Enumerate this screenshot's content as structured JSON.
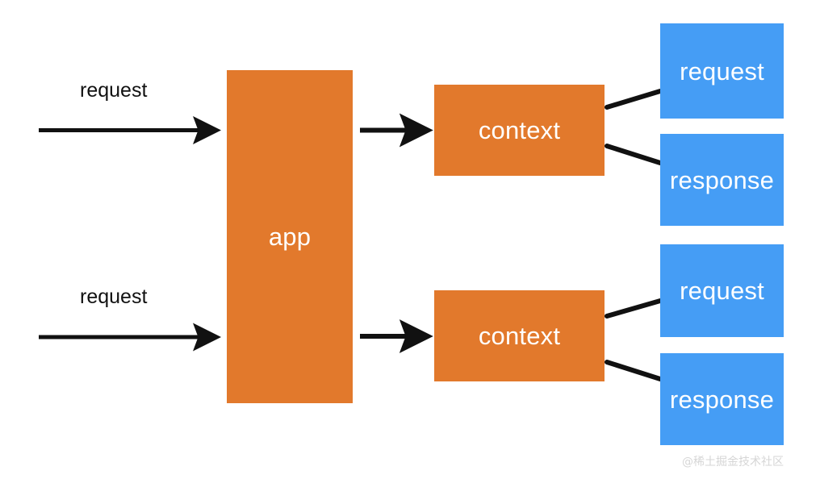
{
  "diagram": {
    "title": "app request/context/response flow",
    "background": "#ffffff",
    "colors": {
      "orange": "#E2792C",
      "blue": "#459DF5",
      "arrow": "#111111",
      "box_text": "#ffffff",
      "label_text": "#111111",
      "watermark": "#d6d6d6"
    },
    "nodes": {
      "app": "app",
      "context_top": "context",
      "context_bottom": "context",
      "request_top": "request",
      "response_top": "response",
      "request_bottom": "request",
      "response_bottom": "response"
    },
    "edge_labels": {
      "request_top": "request",
      "request_bottom": "request"
    },
    "watermark": "@稀土掘金技术社区"
  }
}
